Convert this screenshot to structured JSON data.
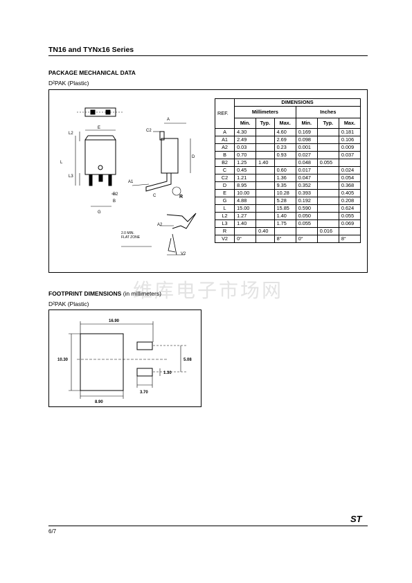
{
  "header": {
    "title": "TN16 and TYNx16 Series"
  },
  "package_section": {
    "title": "PACKAGE MECHANICAL DATA",
    "subtitle": "D²PAK (Plastic)",
    "drawing_labels": {
      "E": "E",
      "L2": "L2",
      "L": "L",
      "L3": "L3",
      "B2": "B2",
      "B": "B",
      "G": "G",
      "A": "A",
      "C2": "C2",
      "D": "D",
      "A1": "A1",
      "C": "C",
      "R": "R",
      "A2": "A2",
      "V2": "V2",
      "flat_zone_1": "2.0 MIN.",
      "flat_zone_2": "FLAT ZONE"
    },
    "table": {
      "ref_header": "REF.",
      "dimensions_header": "DIMENSIONS",
      "mm_header": "Millimeters",
      "in_header": "Inches",
      "sub_headers": [
        "Min.",
        "Typ.",
        "Max.",
        "Min.",
        "Typ.",
        "Max."
      ],
      "rows": [
        {
          "ref": "A",
          "mm_min": "4.30",
          "mm_typ": "",
          "mm_max": "4.60",
          "in_min": "0.169",
          "in_typ": "",
          "in_max": "0.181"
        },
        {
          "ref": "A1",
          "mm_min": "2.49",
          "mm_typ": "",
          "mm_max": "2.69",
          "in_min": "0.098",
          "in_typ": "",
          "in_max": "0.106"
        },
        {
          "ref": "A2",
          "mm_min": "0.03",
          "mm_typ": "",
          "mm_max": "0.23",
          "in_min": "0.001",
          "in_typ": "",
          "in_max": "0.009"
        },
        {
          "ref": "B",
          "mm_min": "0.70",
          "mm_typ": "",
          "mm_max": "0.93",
          "in_min": "0.027",
          "in_typ": "",
          "in_max": "0.037"
        },
        {
          "ref": "B2",
          "mm_min": "1.25",
          "mm_typ": "1.40",
          "mm_max": "",
          "in_min": "0.048",
          "in_typ": "0.055",
          "in_max": ""
        },
        {
          "ref": "C",
          "mm_min": "0.45",
          "mm_typ": "",
          "mm_max": "0.60",
          "in_min": "0.017",
          "in_typ": "",
          "in_max": "0.024"
        },
        {
          "ref": "C2",
          "mm_min": "1.21",
          "mm_typ": "",
          "mm_max": "1.36",
          "in_min": "0.047",
          "in_typ": "",
          "in_max": "0.054"
        },
        {
          "ref": "D",
          "mm_min": "8.95",
          "mm_typ": "",
          "mm_max": "9.35",
          "in_min": "0.352",
          "in_typ": "",
          "in_max": "0.368"
        },
        {
          "ref": "E",
          "mm_min": "10.00",
          "mm_typ": "",
          "mm_max": "10.28",
          "in_min": "0.393",
          "in_typ": "",
          "in_max": "0.405"
        },
        {
          "ref": "G",
          "mm_min": "4.88",
          "mm_typ": "",
          "mm_max": "5.28",
          "in_min": "0.192",
          "in_typ": "",
          "in_max": "0.208"
        },
        {
          "ref": "L",
          "mm_min": "15.00",
          "mm_typ": "",
          "mm_max": "15.85",
          "in_min": "0.590",
          "in_typ": "",
          "in_max": "0.624"
        },
        {
          "ref": "L2",
          "mm_min": "1.27",
          "mm_typ": "",
          "mm_max": "1.40",
          "in_min": "0.050",
          "in_typ": "",
          "in_max": "0.055"
        },
        {
          "ref": "L3",
          "mm_min": "1.40",
          "mm_typ": "",
          "mm_max": "1.75",
          "in_min": "0.055",
          "in_typ": "",
          "in_max": "0.069"
        },
        {
          "ref": "R",
          "mm_min": "",
          "mm_typ": "0.40",
          "mm_max": "",
          "in_min": "",
          "in_typ": "0.016",
          "in_max": ""
        },
        {
          "ref": "V2",
          "mm_min": "0°",
          "mm_typ": "",
          "mm_max": "8°",
          "in_min": "0°",
          "in_typ": "",
          "in_max": "8°"
        }
      ]
    }
  },
  "footprint_section": {
    "title": "FOOTPRINT DIMENSIONS",
    "title_note": "(in millimeters)",
    "subtitle": "D²PAK (Plastic)",
    "dims": {
      "total_width": "16.90",
      "height": "10.30",
      "pad_width": "8.90",
      "pad_gap": "5.08",
      "lead_pad": "1.30",
      "lead_len": "3.70"
    }
  },
  "watermark": "维库电子市场网",
  "footer": {
    "page": "6/7",
    "logo": "ST"
  }
}
